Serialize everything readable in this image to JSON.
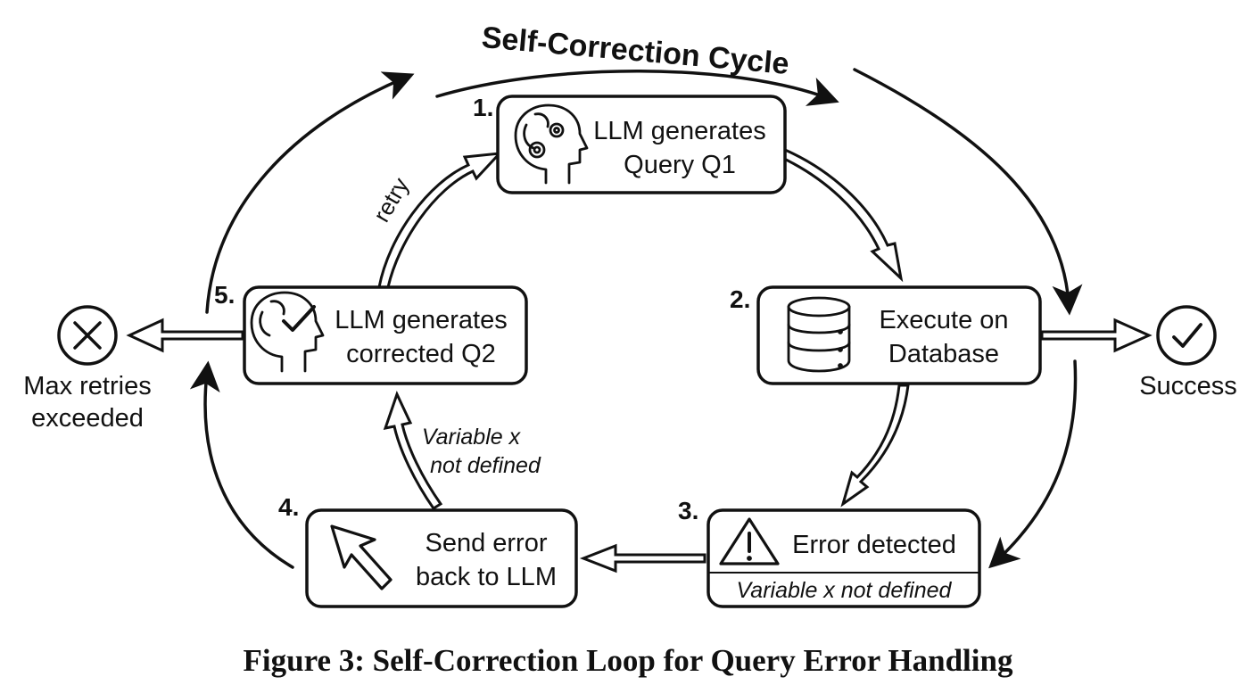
{
  "title": "Self-Correction Cycle",
  "steps": {
    "s1": {
      "num": "1.",
      "line1": "LLM generates",
      "line2": "Query Q1"
    },
    "s2": {
      "num": "2.",
      "line1": "Execute on",
      "line2": "Database"
    },
    "s3": {
      "num": "3.",
      "line1": "Error detected",
      "sub": "Variable x not defined"
    },
    "s4": {
      "num": "4.",
      "line1": "Send error",
      "line2": "back to LLM"
    },
    "s5": {
      "num": "5.",
      "line1": "LLM generates",
      "line2": "corrected Q2"
    }
  },
  "labels": {
    "retry": "retry",
    "error_line1": "Variable x",
    "error_line2": "not defined"
  },
  "outcomes": {
    "fail_line1": "Max retries",
    "fail_line2": "exceeded",
    "success": "Success"
  },
  "icons": {
    "s1": "brain-gears-icon",
    "s2": "database-icon",
    "s3": "warning-icon",
    "s4": "cursor-arrow-icon",
    "s5": "brain-check-icon",
    "fail": "x-circle-icon",
    "success": "check-circle-icon"
  },
  "caption": "Figure 3: Self-Correction Loop for Query Error Handling"
}
